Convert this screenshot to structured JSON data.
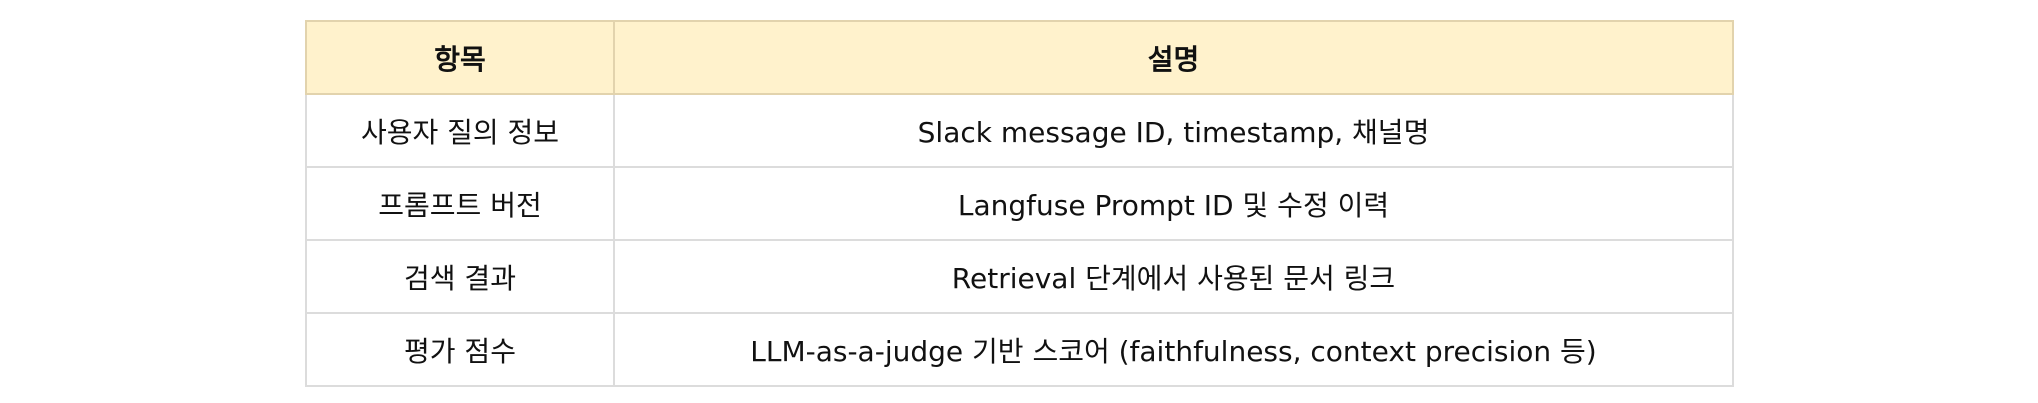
{
  "table": {
    "headers": [
      "항목",
      "설명"
    ],
    "rows": [
      [
        "사용자 질의 정보",
        "Slack message ID, timestamp, 채널명"
      ],
      [
        "프롬프트 버전",
        "Langfuse Prompt ID 및 수정 이력"
      ],
      [
        "검색 결과",
        "Retrieval 단계에서 사용된 문서 링크"
      ],
      [
        "평가 점수",
        "LLM-as-a-judge 기반 스코어 (faithfulness, context precision 등)"
      ]
    ],
    "colors": {
      "header_bg": "#fff2cc",
      "header_border": "#e2d3ad",
      "cell_border": "#dcdcdc"
    }
  }
}
